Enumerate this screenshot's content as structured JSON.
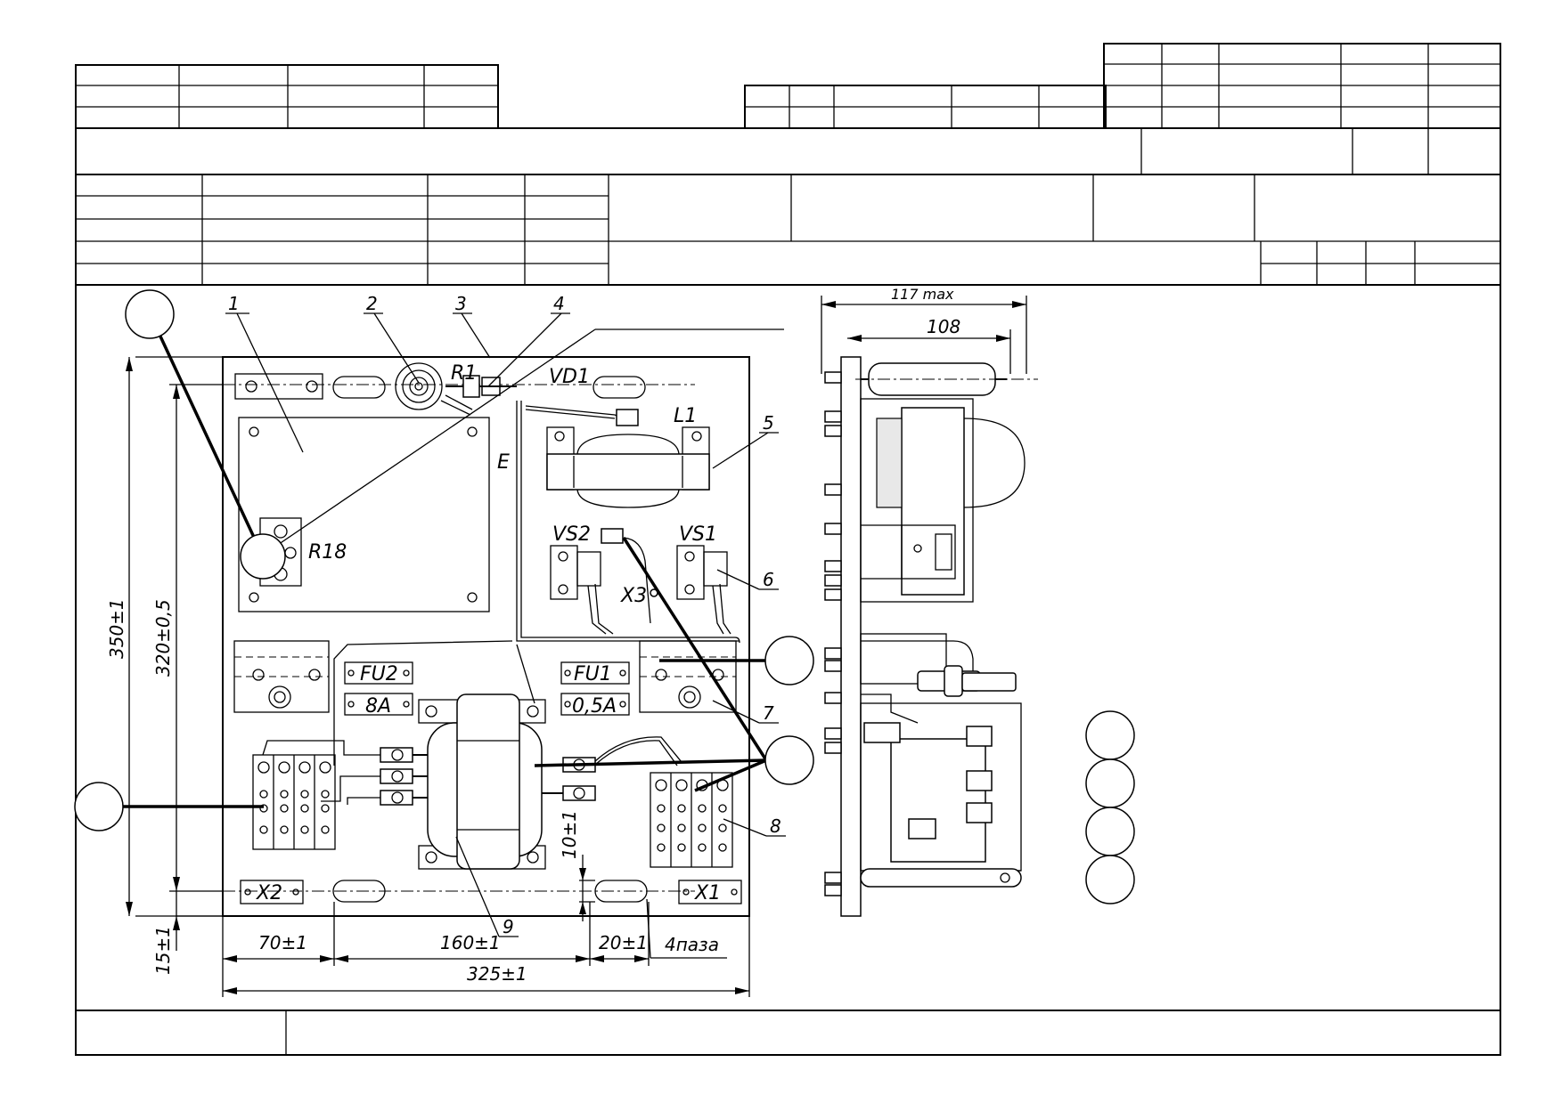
{
  "drawing": {
    "front_view": {
      "component_labels": {
        "r1": "R1",
        "vd1": "VD1",
        "l1": "L1",
        "e": "E",
        "r18": "R18",
        "vs2": "VS2",
        "vs1": "VS1",
        "x3": "X3",
        "fu2": "FU2",
        "fu1": "FU1",
        "fuse_8a": "8A",
        "fuse_05a": "0,5A",
        "x2": "X2",
        "x1": "X1"
      },
      "leader_numbers": [
        "1",
        "2",
        "3",
        "4",
        "5",
        "6",
        "7",
        "8",
        "9"
      ],
      "dimensions": {
        "height_total": "350±1",
        "height_holes": "320±0,5",
        "bottom_offset": "15±1",
        "left_offset": "70±1",
        "hole_spacing": "160±1",
        "right_offset": "20±1",
        "width_total": "325±1",
        "slot_height": "10±1",
        "slots_note": "4паза"
      }
    },
    "side_view": {
      "dimensions": {
        "max_depth": "117 max",
        "depth": "108"
      }
    }
  }
}
